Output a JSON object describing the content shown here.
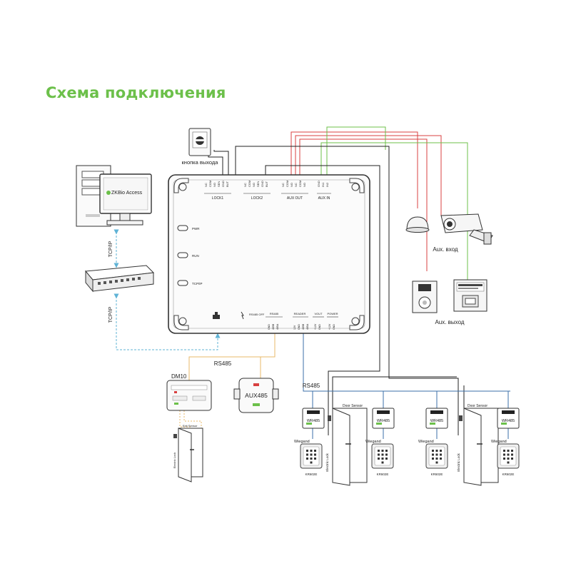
{
  "title": "Схема подключения",
  "exit_button": "кнопка выхода",
  "pc": {
    "brand": "ZKBio Access"
  },
  "tcpip_top": "TCP/IP",
  "tcpip_bottom": "TCP/IP",
  "panel": {
    "groups": {
      "lock1": "LOCK1",
      "lock2": "LOCK2",
      "aux_out": "AUX OUT",
      "aux_in": "AUX IN"
    },
    "leds": {
      "pwr": "PWR",
      "run": "RUN",
      "tcpip": "TCP/IP"
    },
    "bottom": {
      "rs485_off": "RS485 OFF",
      "rs485": "RS485",
      "reader": "READER",
      "vout": "VOUT",
      "power": "POWER"
    }
  },
  "rs485_left": "RS485",
  "rs485_right": "RS485",
  "dm10": "DM10",
  "aux485": "AUX485",
  "aux_in_label": "Aux. вход",
  "aux_out_label": "Aux. выход",
  "door_sensor_a": "Door Sensor",
  "door_sensor_b": "Door Sensor",
  "exit_sensor": "Exit Sensor",
  "electric_lock": "Electric Lock",
  "wr485": [
    "WR485",
    "WR485",
    "WR485",
    "WR485"
  ],
  "wiegand": [
    "Wiegand",
    "Wiegand",
    "Wiegand",
    "Wiegand"
  ],
  "kr": [
    "KR602E",
    "KR602E",
    "KR602E",
    "KR602E"
  ],
  "colors": {
    "title": "#6cc04a",
    "tcpip_line": "#5fb3d6",
    "rs485_line": "#e8b86a",
    "wiegand_line": "#3b6fa8",
    "red_line": "#d84040",
    "green_line": "#6cc04a",
    "black_line": "#222222"
  }
}
